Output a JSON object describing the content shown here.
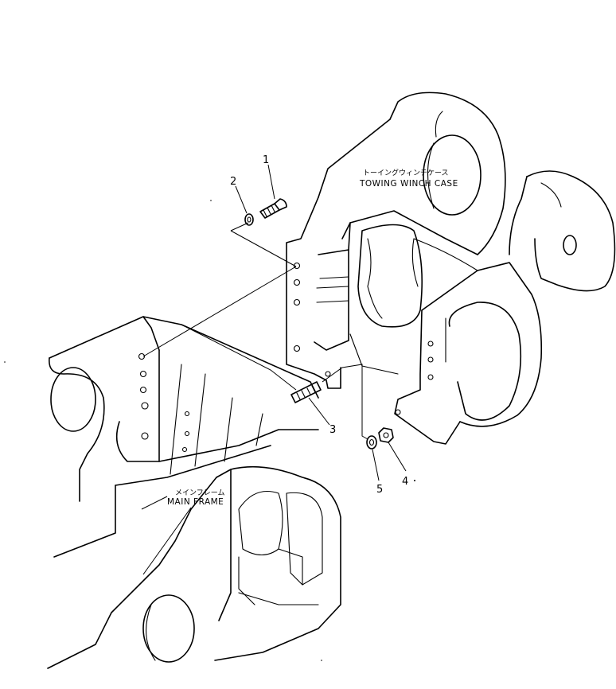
{
  "callouts": [
    {
      "id": "callout-1",
      "number": "1"
    },
    {
      "id": "callout-2",
      "number": "2"
    },
    {
      "id": "callout-3",
      "number": "3"
    },
    {
      "id": "callout-4",
      "number": "4"
    },
    {
      "id": "callout-5",
      "number": "5"
    }
  ],
  "labels": {
    "towing_winch_case_jp": "トーイングウィンチケース",
    "towing_winch_case_en": "TOWING WINCH CASE",
    "main_frame_jp": "メインフレーム",
    "main_frame_en": "MAIN FRAME"
  }
}
